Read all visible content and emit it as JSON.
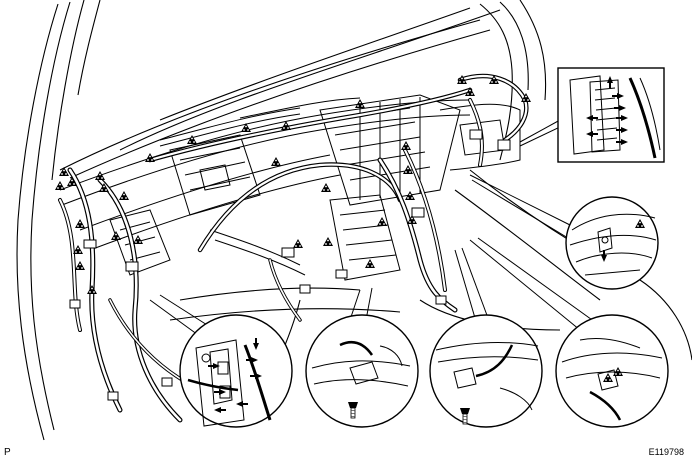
{
  "figure": {
    "view_code": "P",
    "figure_id": "E119798"
  },
  "colors": {
    "ink": "#000000",
    "paper": "#ffffff"
  },
  "callouts": [
    {
      "name": "callout-upper-right-connector",
      "kind": "connector detail"
    },
    {
      "name": "callout-mid-right-clamp",
      "kind": "clamp detail"
    },
    {
      "name": "callout-lower-left-connectors",
      "kind": "connector detail"
    },
    {
      "name": "callout-bolt-center",
      "kind": "bolt detail"
    },
    {
      "name": "callout-bolt-ground",
      "kind": "ground bolt detail"
    },
    {
      "name": "callout-lower-right-clamp",
      "kind": "clamp detail"
    }
  ],
  "icons": {
    "clamp_marker": "triangle-clamp-icon",
    "removal_arrow": "arrow-icon",
    "bolt": "bolt-icon"
  }
}
